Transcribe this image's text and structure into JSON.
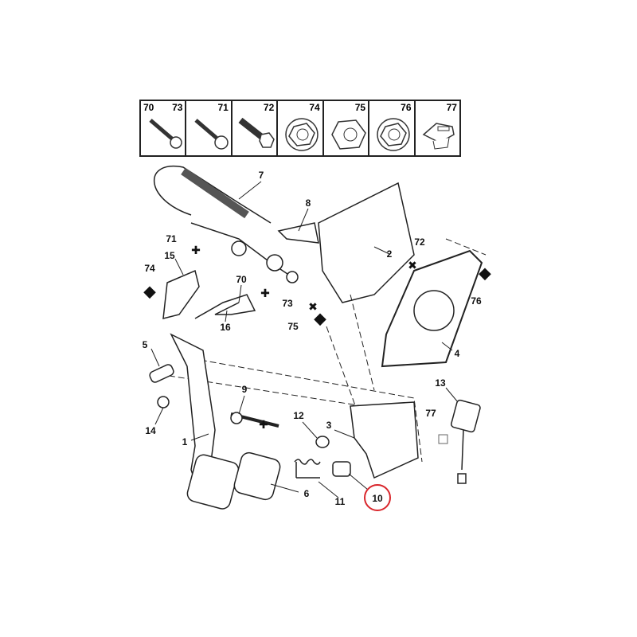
{
  "legend": [
    {
      "left": "70",
      "right": "73",
      "icon": "flanged-bolt-icon"
    },
    {
      "right": "71",
      "icon": "flanged-bolt-icon"
    },
    {
      "right": "72",
      "icon": "hex-bolt-icon"
    },
    {
      "right": "74",
      "icon": "flange-nut-icon"
    },
    {
      "right": "75",
      "icon": "hex-nut-icon"
    },
    {
      "right": "76",
      "icon": "flange-nut-icon"
    },
    {
      "right": "77",
      "icon": "clip-icon"
    }
  ],
  "labels": {
    "p1": "1",
    "p2": "2",
    "p3": "3",
    "p4": "4",
    "p5": "5",
    "p6": "6",
    "p7": "7",
    "p8": "8",
    "p9": "9",
    "p10": "10",
    "p11": "11",
    "p12": "12",
    "p13": "13",
    "p14": "14",
    "p15": "15",
    "p16": "16",
    "p70": "70",
    "p71": "71",
    "p72": "72",
    "p73": "73",
    "p74": "74",
    "p75": "75",
    "p76": "76",
    "p77": "77"
  },
  "highlight": {
    "part": "10",
    "color": "#d9262c"
  }
}
